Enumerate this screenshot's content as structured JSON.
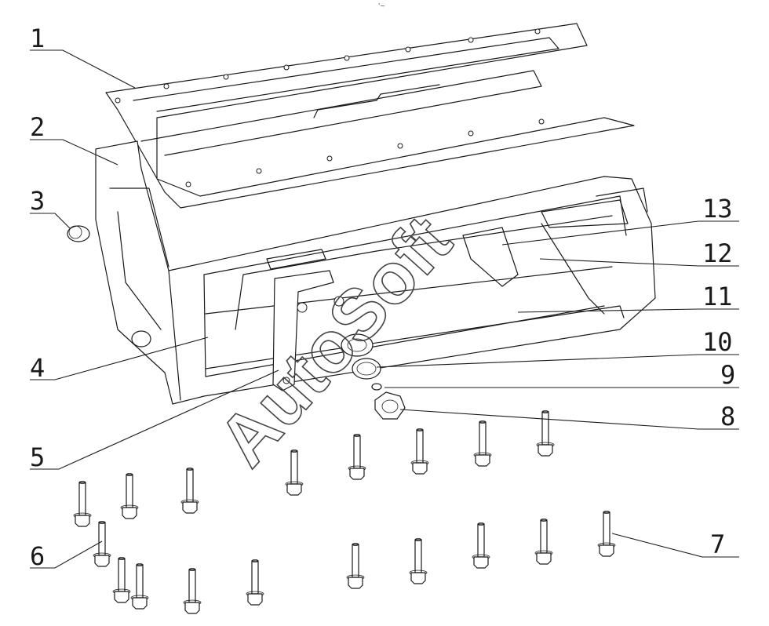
{
  "header_mark": "'~",
  "watermark": "AutoSoft",
  "callouts": [
    "1",
    "2",
    "3",
    "4",
    "5",
    "6",
    "7",
    "8",
    "9",
    "10",
    "11",
    "12",
    "13"
  ]
}
